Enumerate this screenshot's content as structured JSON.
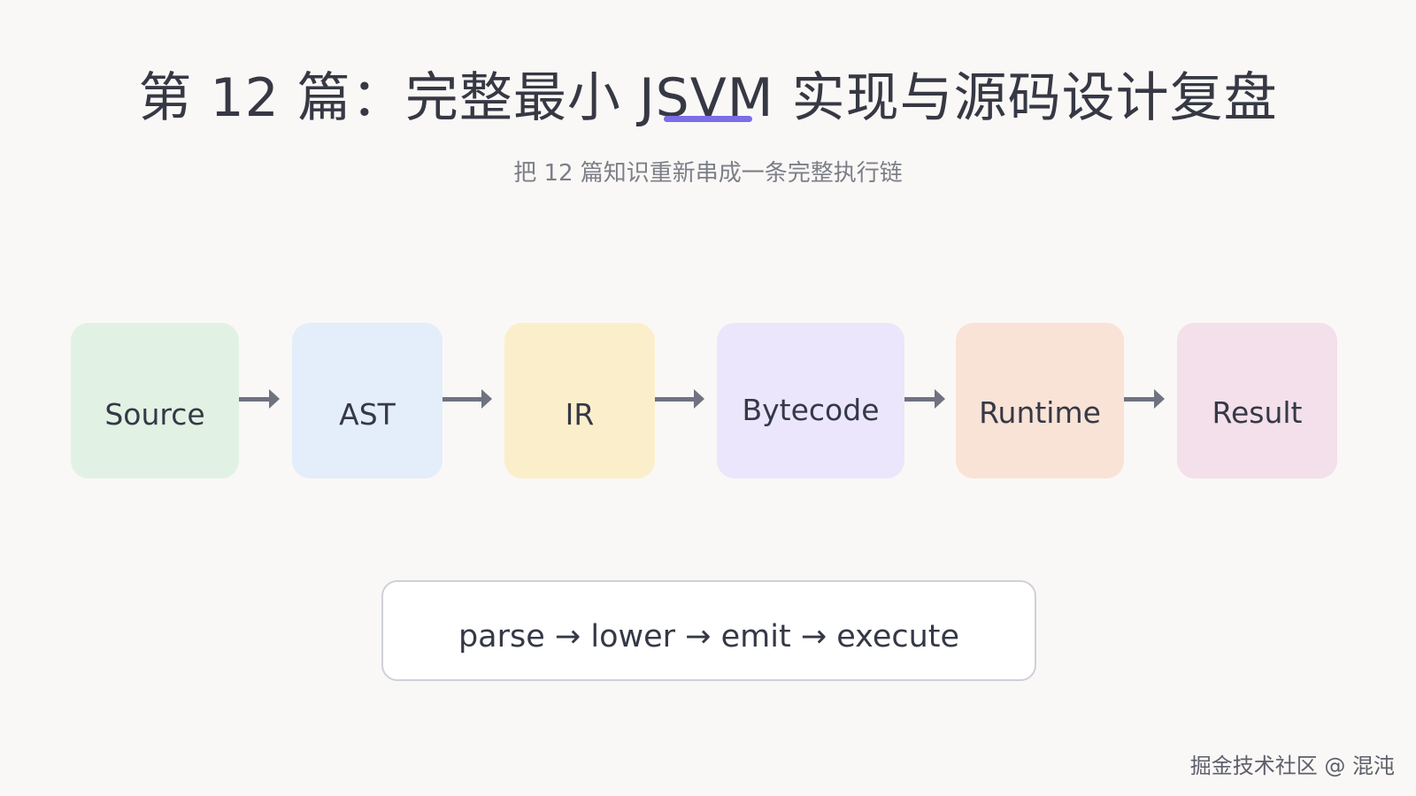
{
  "title": "第 12 篇：完整最小 JSVM 实现与源码设计复盘",
  "subtitle": "把 12 篇知识重新串成一条完整执行链",
  "stages": [
    {
      "label": "Source",
      "color": "#e1f2e4"
    },
    {
      "label": "AST",
      "color": "#e3eefa"
    },
    {
      "label": "IR",
      "color": "#fbefcb"
    },
    {
      "label": "Bytecode",
      "color": "#ebe6fb"
    },
    {
      "label": "Runtime",
      "color": "#f9e3d6"
    },
    {
      "label": "Result",
      "color": "#f3e0ea"
    }
  ],
  "flow": "parse → lower → emit → execute",
  "watermark": "掘金技术社区 @ 混沌",
  "colors": {
    "accent": "#7b6ee6",
    "arrow": "#6f7280"
  }
}
